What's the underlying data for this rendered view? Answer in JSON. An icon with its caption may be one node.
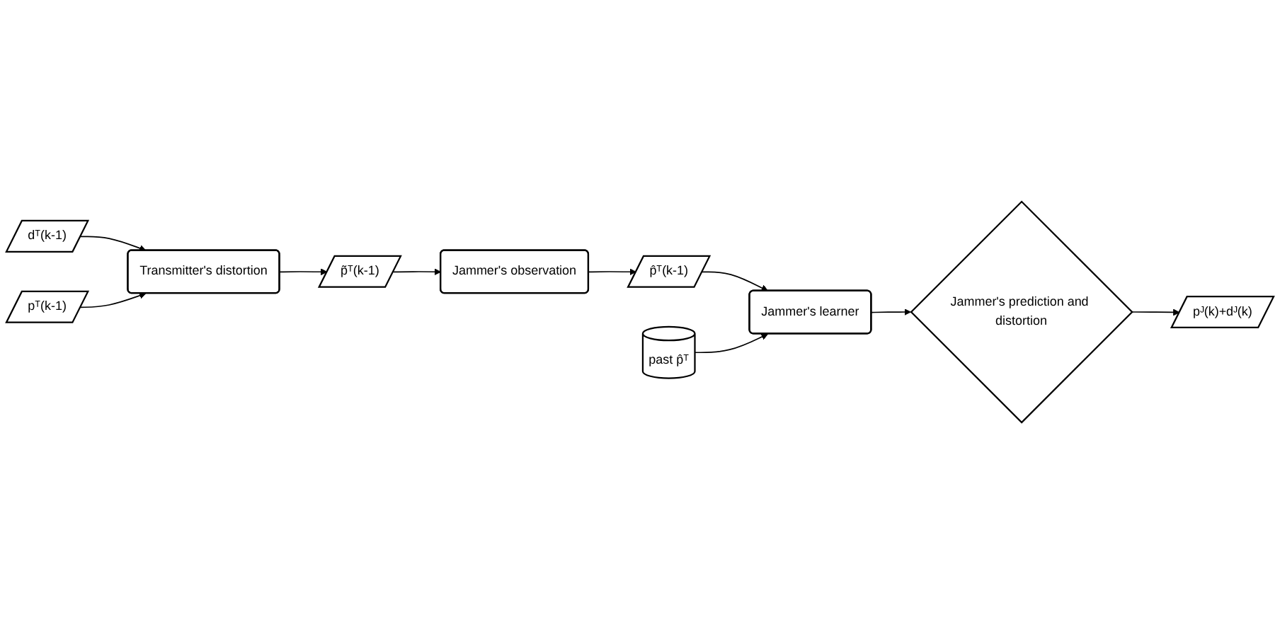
{
  "diagram": {
    "nodes": [
      {
        "text": [
          "dᵀ(k-1)"
        ]
      },
      {
        "text": [
          "pᵀ(k-1)"
        ]
      },
      {
        "text": [
          "Transmitter's distortion"
        ]
      },
      {
        "text": [
          "p̃ᵀ(k-1)"
        ]
      },
      {
        "text": [
          "Jammer's observation"
        ]
      },
      {
        "text": [
          "p̂ᵀ(k-1)"
        ]
      },
      {
        "text": [
          "past p̂ᵀ"
        ]
      },
      {
        "text": [
          "Jammer's learner"
        ]
      },
      {
        "text": [
          "Jammer's prediction and distortion"
        ]
      },
      {
        "text": [
          "pᴶ(k)+dᴶ(k)"
        ]
      }
    ],
    "edges": [
      {
        "from": 0,
        "to": 2,
        "arrow": "to"
      },
      {
        "from": 1,
        "to": 2,
        "arrow": "to"
      },
      {
        "from": 2,
        "to": 3,
        "arrow": "to"
      },
      {
        "from": 3,
        "to": 4,
        "arrow": "to"
      },
      {
        "from": 4,
        "to": 5,
        "arrow": "to"
      },
      {
        "from": 5,
        "to": 7,
        "arrow": "to"
      },
      {
        "from": 6,
        "to": 7,
        "arrow": "to"
      },
      {
        "from": 7,
        "to": 8,
        "arrow": "to"
      },
      {
        "from": 8,
        "to": 9,
        "arrow": "to"
      }
    ]
  }
}
